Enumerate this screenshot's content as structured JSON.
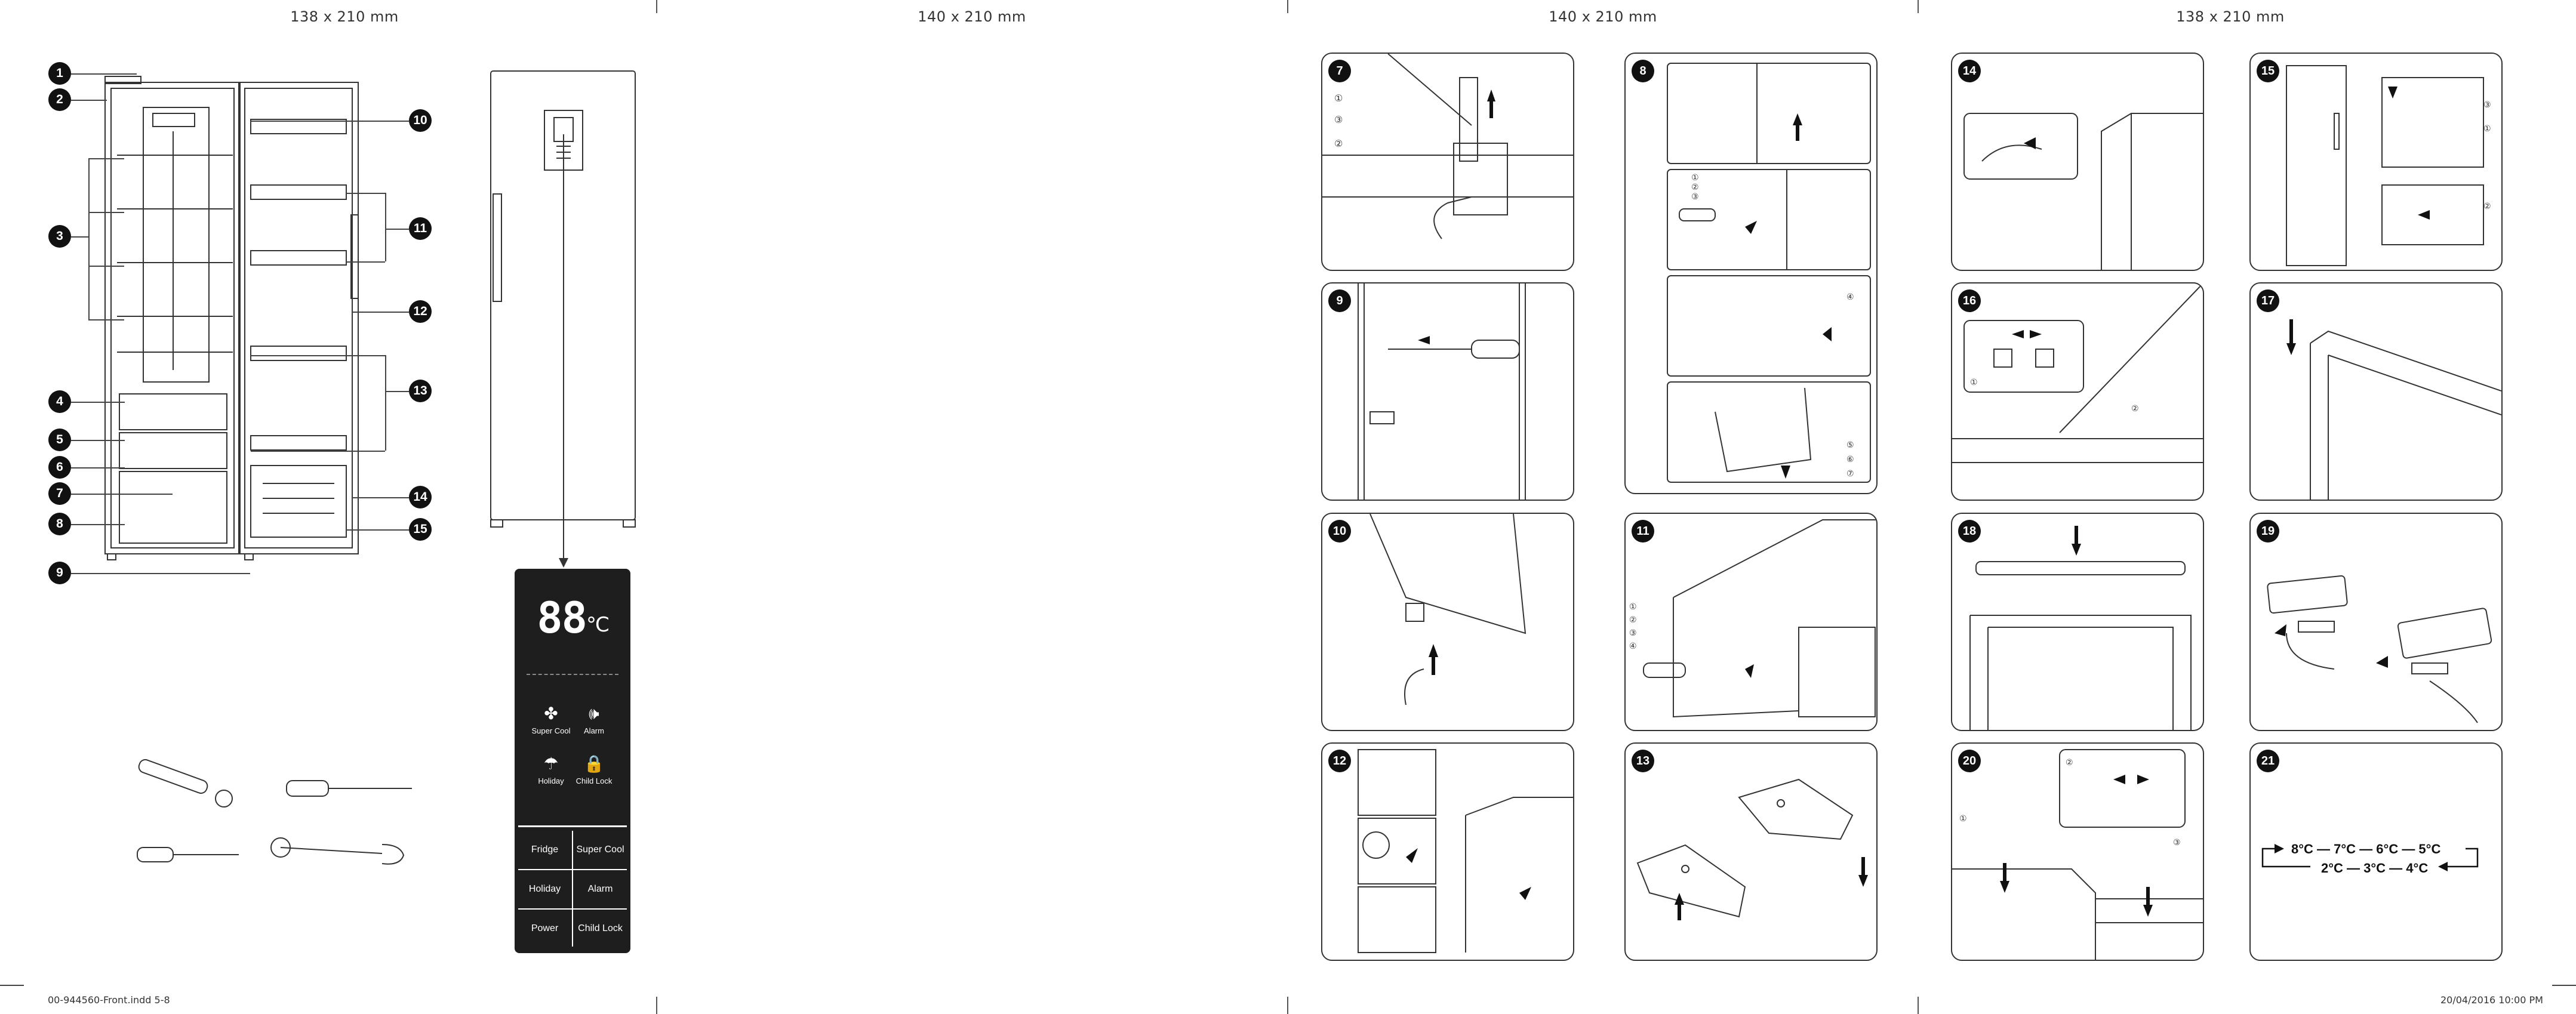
{
  "page_sizes": [
    "138 x 210 mm",
    "140 x 210 mm",
    "140 x 210 mm",
    "138 x 210 mm"
  ],
  "footer": {
    "file": "00-944560-Front.indd   5-8",
    "timestamp": "20/04/2016   10:00 PM"
  },
  "fridge_callouts": [
    "1",
    "2",
    "3",
    "4",
    "5",
    "6",
    "7",
    "8",
    "9",
    "10",
    "11",
    "12",
    "13",
    "14",
    "15"
  ],
  "control_panel": {
    "display_digits": "88",
    "display_unit": "°C",
    "icons": [
      {
        "label": "Super Cool",
        "icon": "fan-icon"
      },
      {
        "label": "Alarm",
        "icon": "speaker-icon"
      },
      {
        "label": "Holiday",
        "icon": "holiday-icon"
      },
      {
        "label": "Child Lock",
        "icon": "lock-icon"
      }
    ],
    "buttons": [
      "Fridge",
      "Super Cool",
      "Holiday",
      "Alarm",
      "Power",
      "Child Lock"
    ]
  },
  "steps": [
    "7",
    "8",
    "9",
    "10",
    "11",
    "12",
    "13",
    "14",
    "15",
    "16",
    "17",
    "18",
    "19",
    "20",
    "21"
  ],
  "step_subs": {
    "s7": [
      "①",
      "③",
      "②"
    ],
    "s8a": [
      "①",
      "②",
      "③"
    ],
    "s8b": [
      "④"
    ],
    "s8c": [
      "⑤",
      "⑥",
      "⑦"
    ],
    "s11": [
      "①",
      "②",
      "③",
      "④"
    ],
    "s14": [],
    "s15": [
      "③",
      "①",
      "②"
    ],
    "s16": [
      "①",
      "②"
    ],
    "s20": [
      "②",
      "①",
      "③"
    ]
  },
  "temp_sequence": {
    "row1": "8°C  —  7°C  —  6°C  —  5°C",
    "row2": "2°C  —  3°C  —  4°C"
  }
}
